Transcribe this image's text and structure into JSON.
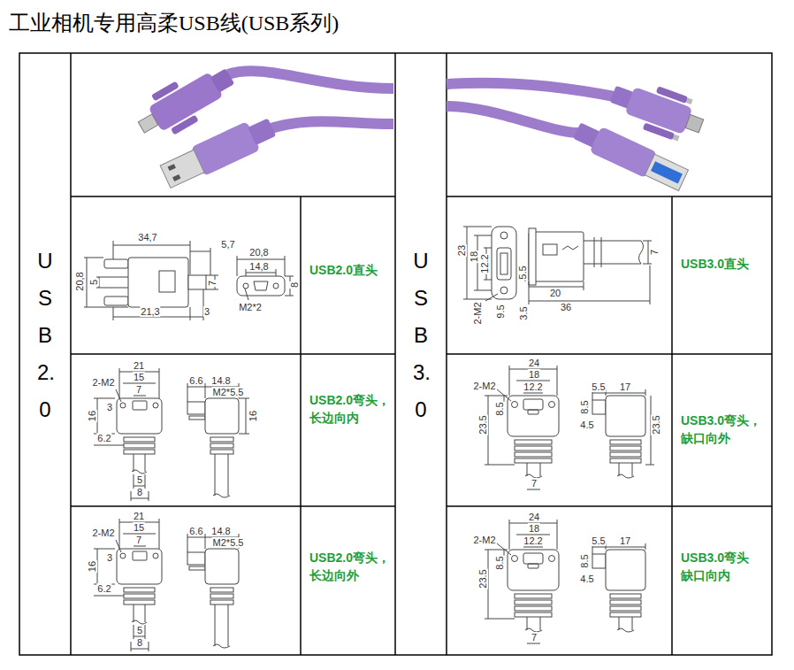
{
  "diagram": {
    "title": "工业相机专用高柔USB线(USB系列)",
    "labels": [
      "USB2.0",
      "USB3.0",
      "USB2.0直头",
      "USB2.0弯头， 长边向内",
      "USB2.0弯头， 长边向外",
      "USB3.0直头",
      "USB3.0弯头， 缺口向外",
      "USB3.0弯头 缺口向内",
      "34,7",
      "5,7",
      "20,8",
      "5",
      "21,3",
      "3",
      "20,8",
      "14,8",
      "7",
      "8",
      "M2*2",
      "23",
      "18",
      "12.2",
      "2-M2",
      "9.5",
      "5.5",
      "20",
      "36",
      "3.5",
      "7",
      "21",
      "15",
      "7",
      "2-M2",
      "3",
      "16",
      "6.2",
      "5",
      "8",
      "6.6",
      "14.8",
      "M2*5.5",
      "16",
      "21",
      "15",
      "7",
      "2-M2",
      "3",
      "16",
      "6.2",
      "5",
      "8",
      "6.6",
      "14.8",
      "M2*5.5",
      "24",
      "18",
      "12.2",
      "2-M2",
      "8.5",
      "23.5",
      "7",
      "5.5",
      "17",
      "8.5",
      "4.5",
      "23.5",
      "24",
      "18",
      "12.2",
      "2-M2",
      "8.5",
      "23.5",
      "7",
      "5.5",
      "17",
      "8.5",
      "4.5"
    ]
  }
}
